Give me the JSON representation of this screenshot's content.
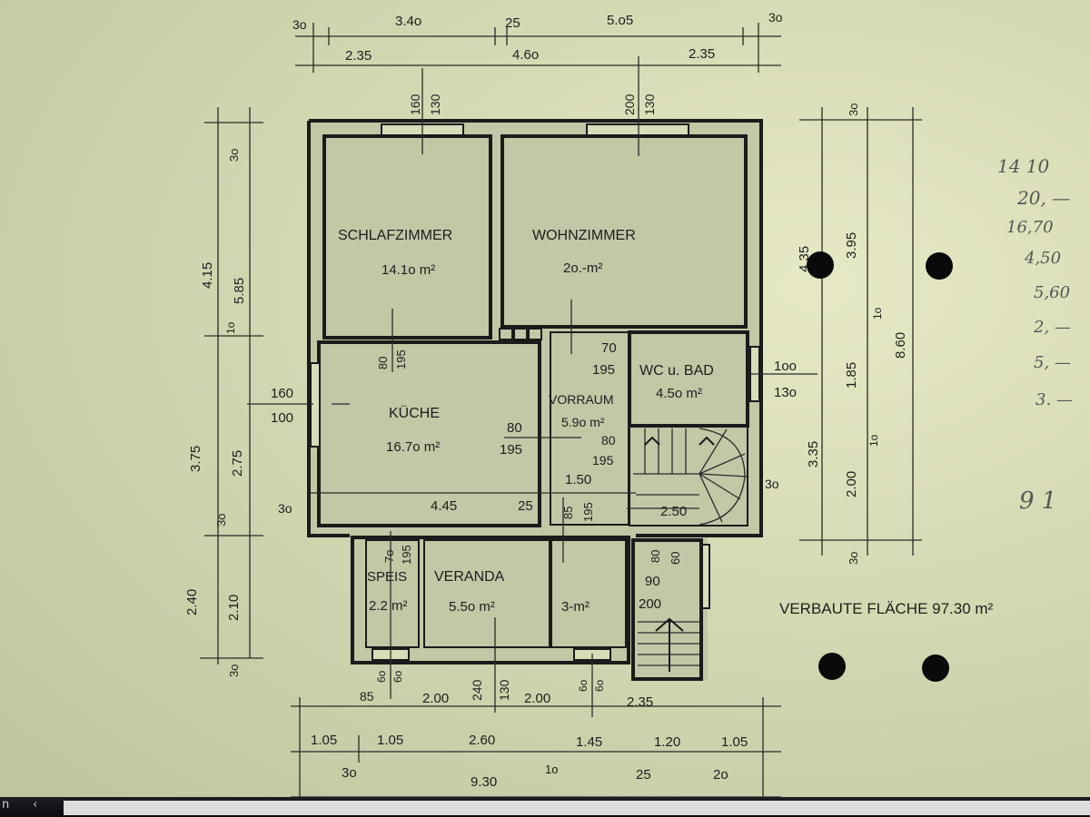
{
  "rooms": {
    "schlafzimmer": {
      "name": "SCHLAFZIMMER",
      "area": "14.1o m²"
    },
    "wohnzimmer": {
      "name": "WOHNZIMMER",
      "area": "2o.-m²"
    },
    "kueche": {
      "name": "KÜCHE",
      "area": "16.7o m²"
    },
    "vorraum": {
      "name": "VORRAUM",
      "area": "5.9o m²"
    },
    "wc_bad": {
      "name": "WC u. BAD",
      "area": "4.5o m²"
    },
    "speis": {
      "name": "SPEIS",
      "area": "2.2 m²"
    },
    "veranda": {
      "name": "VERANDA",
      "area": "5.5o m²"
    },
    "veranda_side": {
      "area": "3-m²"
    }
  },
  "summary": {
    "verbaute_flaeche": "VERBAUTE FLÄCHE 97.30 m²"
  },
  "top_dims": {
    "d_30a": "3o",
    "d_340": "3.4o",
    "d_25": "25",
    "d_505": "5.o5",
    "d_30b": "3o",
    "d_235a": "2.35",
    "d_460": "4.6o",
    "d_235b": "2.35"
  },
  "window_marks": {
    "w1a": "160",
    "w1b": "130",
    "w2a": "200",
    "w2b": "130",
    "k1a": "80",
    "k1b": "195",
    "kd_a": "80",
    "kd_b": "195",
    "v1a": "70",
    "v1b": "195",
    "v2a": "80",
    "v2b": "195",
    "v_150": "1.50",
    "wc_a": "1oo",
    "wc_b": "13o",
    "kwin_a": "160",
    "kwin_b": "100",
    "sp_a": "7o",
    "sp_b": "195",
    "st_a": "85",
    "st_b": "195",
    "st_250": "2.50",
    "e_a": "80",
    "e_b": "60",
    "e_90": "90",
    "e_200": "200",
    "k_445": "4.45",
    "k_25": "25",
    "k_30": "3o",
    "r_30": "3o"
  },
  "left_dims": {
    "l_30": "3o",
    "l_415": "4.15",
    "l_585": "5.85",
    "l_10": "1o",
    "l_375": "3.75",
    "l_275": "2.75",
    "l_30b": "3o",
    "l_240": "2.40",
    "l_210": "2.10",
    "l_30c": "3o"
  },
  "right_dims": {
    "r_30": "3o",
    "r_395": "3.95",
    "r_435": "4.35",
    "r_10a": "1o",
    "r_185": "1.85",
    "r_860": "8.60",
    "r_335": "3.35",
    "r_10b": "1o",
    "r_200": "2.00",
    "r_30b": "3o"
  },
  "bottom_dims": {
    "b_60a": "6o",
    "b_60b": "6o",
    "b_85": "85",
    "b_200a": "2.00",
    "b_240": "240",
    "b_130": "130",
    "b_200b": "2.00",
    "b_60c": "6o",
    "b_60d": "6o",
    "b_235": "2.35",
    "b_105a": "1.05",
    "b_105b": "1.05",
    "b_260": "2.60",
    "b_145": "1.45",
    "b_120": "1.20",
    "b_105c": "1.05",
    "b_30": "3o",
    "b_10": "1o",
    "b_25": "25",
    "b_20": "2o",
    "b_930": "9.30"
  },
  "handwritten": [
    "14 10",
    "20, —",
    "16,70",
    "4,50",
    "5,60",
    "2, —",
    "5, —",
    "3. —",
    "9 1"
  ],
  "colors": {
    "paper": "#d4d8b2",
    "ink": "#1b1b1b"
  }
}
